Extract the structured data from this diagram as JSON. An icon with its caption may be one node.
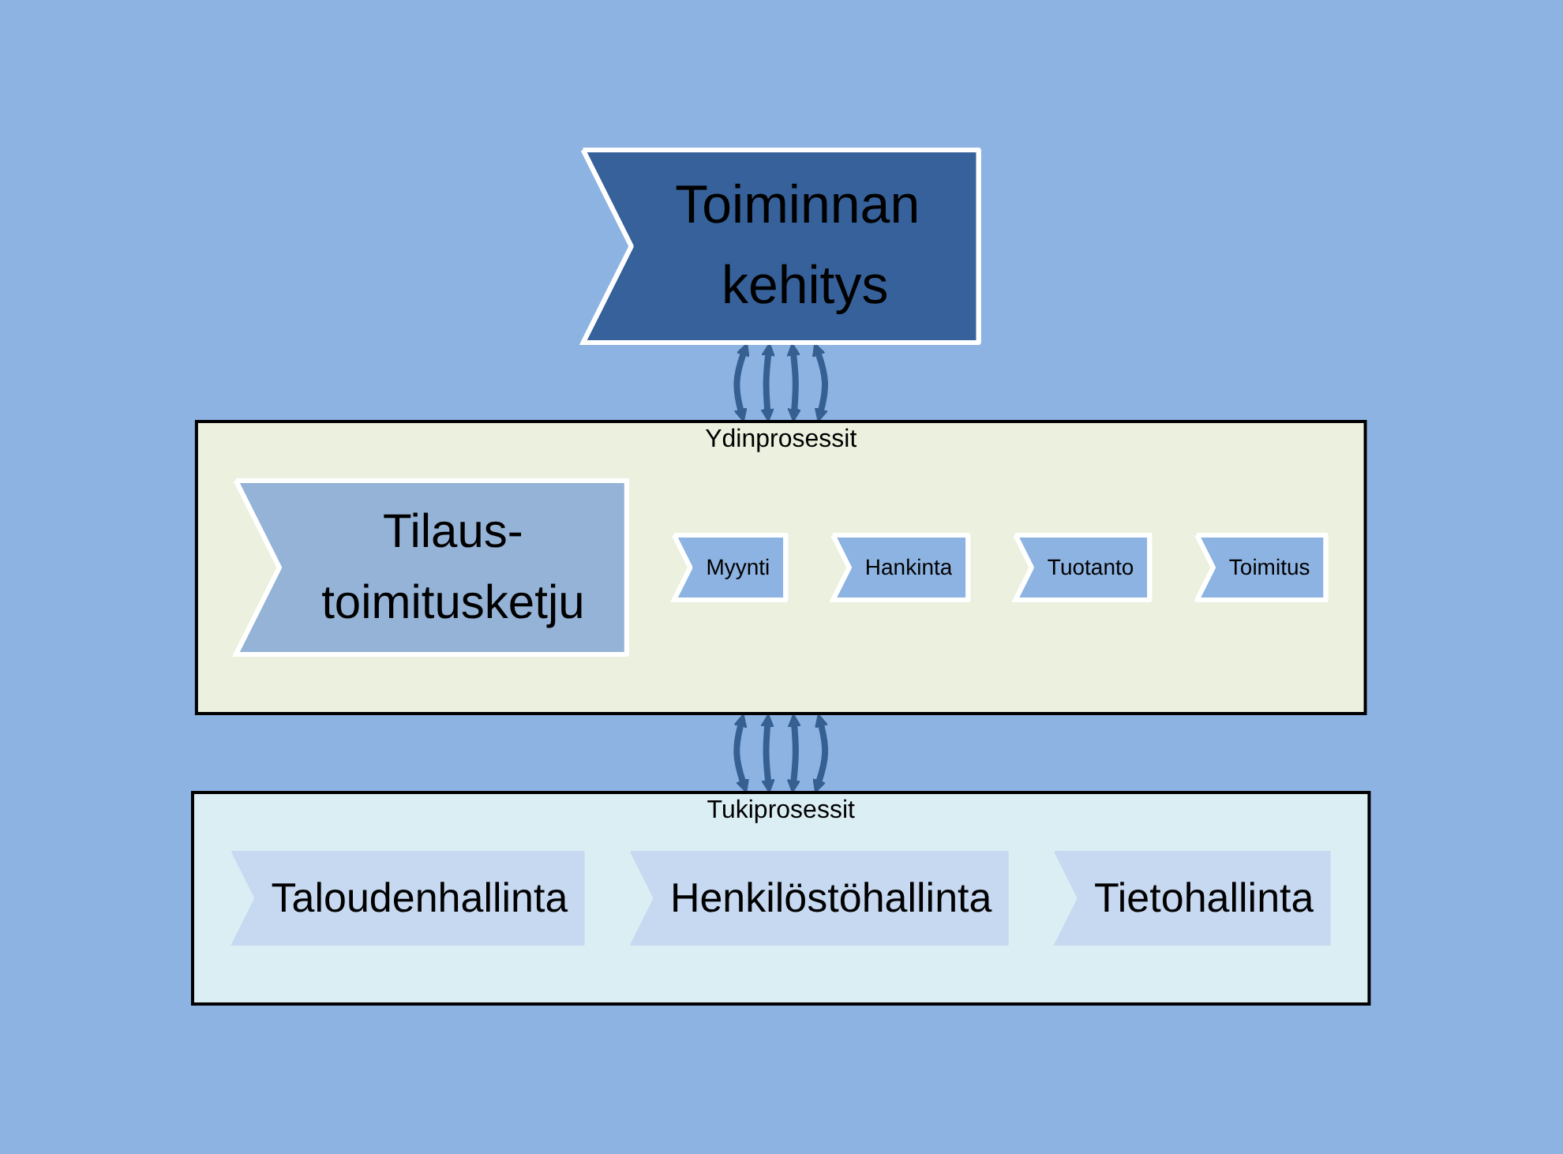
{
  "diagram": {
    "nodes": [
      {
        "text": [
          "Toiminnan kehitys"
        ]
      },
      {
        "text": [
          "Ydinprosessit"
        ]
      },
      {
        "text": [
          "Tilaus-toimitusketju"
        ],
        "in": 1
      },
      {
        "text": [
          "Myynti"
        ],
        "in": 1
      },
      {
        "text": [
          "Hankinta"
        ],
        "in": 1
      },
      {
        "text": [
          "Tuotanto"
        ],
        "in": 1
      },
      {
        "text": [
          "Toimitus"
        ],
        "in": 1
      },
      {
        "text": [
          "Tukiprosessit"
        ]
      },
      {
        "text": [
          "Taloudenhallinta"
        ],
        "in": 7
      },
      {
        "text": [
          "Henkilöstöhallinta"
        ],
        "in": 7
      },
      {
        "text": [
          "Tietohallinta"
        ],
        "in": 7
      }
    ],
    "edges": [
      {
        "from": 0,
        "to": 1,
        "arrow": "both"
      },
      {
        "from": 0,
        "to": 1,
        "arrow": "both"
      },
      {
        "from": 0,
        "to": 1,
        "arrow": "both"
      },
      {
        "from": 0,
        "to": 1,
        "arrow": "both"
      },
      {
        "from": 1,
        "to": 7,
        "arrow": "both"
      },
      {
        "from": 1,
        "to": 7,
        "arrow": "both"
      },
      {
        "from": 1,
        "to": 7,
        "arrow": "both"
      },
      {
        "from": 1,
        "to": 7,
        "arrow": "both"
      }
    ]
  }
}
